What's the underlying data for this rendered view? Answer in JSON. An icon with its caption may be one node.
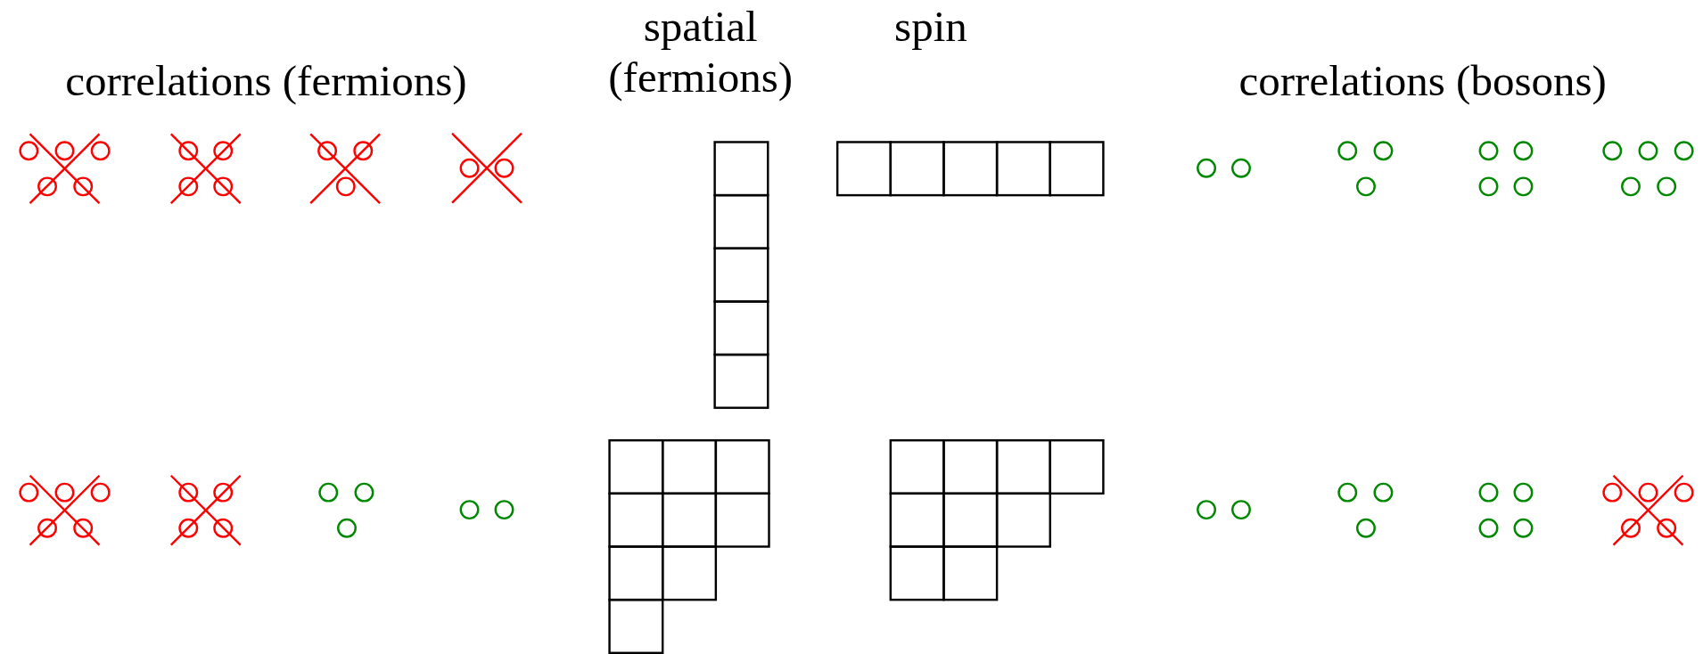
{
  "diagram": {
    "labels": [
      "correlations (fermions)",
      "spatial (fermions)",
      "spin",
      "correlations (bosons)"
    ]
  }
}
